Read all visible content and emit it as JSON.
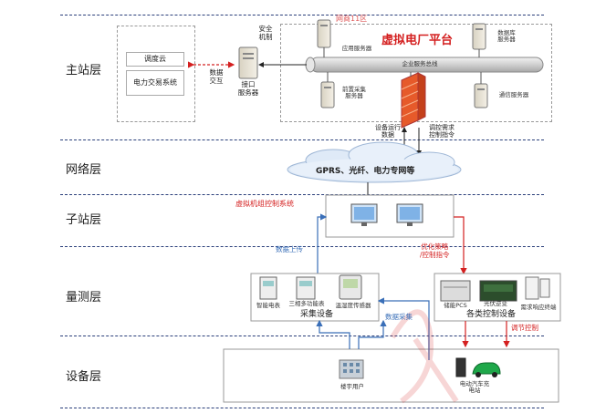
{
  "layers": {
    "master": "主站层",
    "network": "网络层",
    "substation": "子站层",
    "measure": "量测层",
    "device": "设备层"
  },
  "master_station": {
    "platform_title": "虚拟电厂平台",
    "top_watermark": "网商11区",
    "dispatch_cloud": "调度云",
    "trading_system": "电力交易系统",
    "data_exchange": "数据\n交互",
    "security_mechanism": "安全\n机制",
    "interface_server": "接口\n服务器",
    "app_server": "应用服务器",
    "db_server": "数据库\n服务器",
    "bus": "企业服务总线",
    "front_server": "前置采集\n服务器",
    "comm_server": "通信服务器",
    "operation_data": "设备运行\n数据",
    "control_demand": "调控需求\n控制指令"
  },
  "network": {
    "cloud_label": "GPRS、光纤、电力专网等"
  },
  "substation": {
    "vpp_control": "虚拟机组控制系统",
    "data_upload": "数据上传",
    "optimize": "优化策略\n/控制指令"
  },
  "measure": {
    "smart_meter": "智能电表",
    "three_phase_meter": "三相多功能表",
    "temp_sensor": "温湿度传感器",
    "collect_device": "采集设备",
    "data_collect": "数据采集",
    "storage_pcs": "储能PCS",
    "pv_inverter": "光伏逆变",
    "demand_terminal": "需求响应终端",
    "control_devices": "各类控制设备",
    "regulate": "调节控制"
  },
  "device": {
    "building_users": "楼宇用户",
    "ev_station": "电动汽车充\n电站"
  },
  "colors": {
    "separator": "#2a3f7a",
    "red": "#d42020",
    "blue": "#3a6fb8",
    "firewall": "#e04020"
  }
}
